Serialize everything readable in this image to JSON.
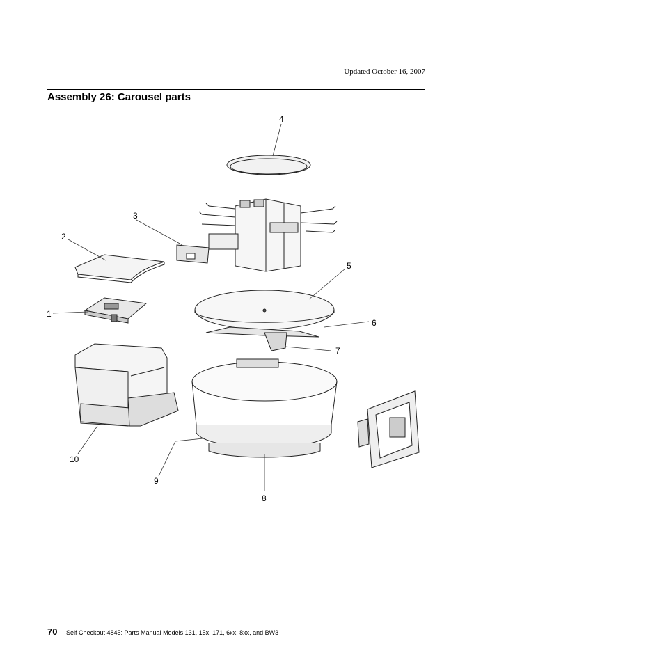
{
  "header": {
    "updated": "Updated October 16, 2007"
  },
  "title": "Assembly 26: Carousel parts",
  "callouts": [
    "1",
    "2",
    "3",
    "4",
    "5",
    "6",
    "7",
    "8",
    "9",
    "10"
  ],
  "footer": {
    "page": "70",
    "text": "Self Checkout 4845:  Parts Manual Models 131, 15x, 171, 6xx, 8xx, and BW3"
  }
}
